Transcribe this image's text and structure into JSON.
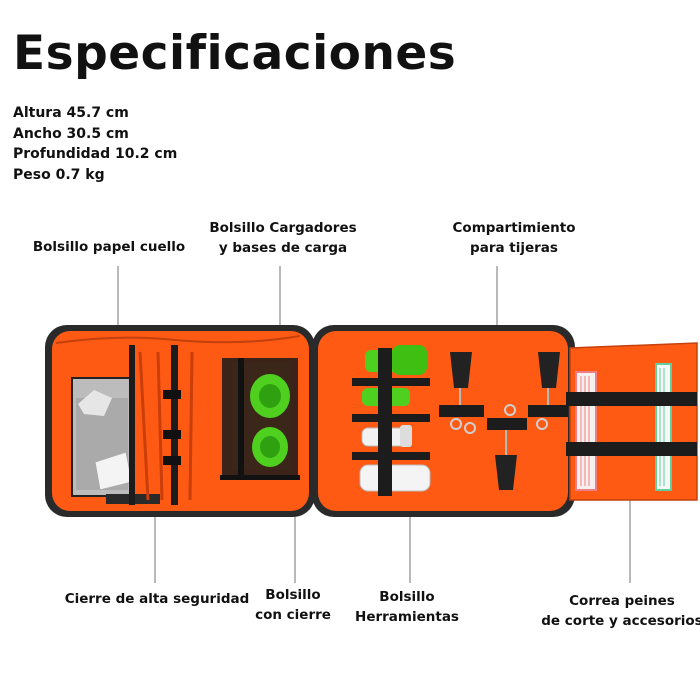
{
  "title": "Especificaciones",
  "specs": [
    "Altura 45.7 cm",
    "Ancho 30.5 cm",
    "Profundidad 10.2 cm",
    "Peso 0.7 kg"
  ],
  "labels": {
    "neck_paper": [
      "Bolsillo papel cuello"
    ],
    "chargers": [
      "Bolsillo Cargadores",
      "y bases de carga"
    ],
    "scissors": [
      "Compartimiento",
      "para tijeras"
    ],
    "zipper": [
      "Cierre de alta seguridad"
    ],
    "zip_pocket": [
      "Bolsillo",
      "con cierre"
    ],
    "tools": [
      "Bolsillo",
      "Herramientas"
    ],
    "comb_strap": [
      "Correa peines",
      "de corte y accesorios"
    ]
  },
  "colors": {
    "lining": "#ff5a14",
    "shell": "#2a2a2a",
    "clipper_green": "#4fd01e",
    "comb_green": "#5fcfa0",
    "comb_pink": "#ef7f85"
  }
}
